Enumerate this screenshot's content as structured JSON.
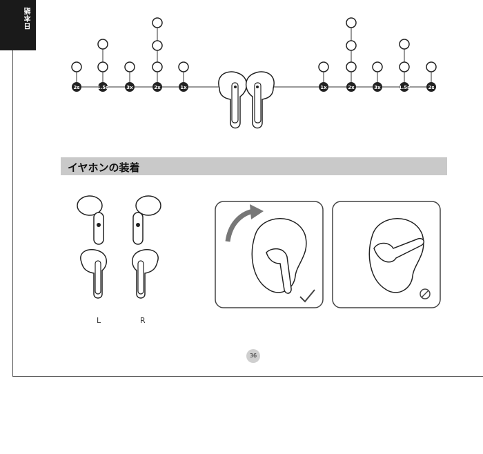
{
  "sidebar": {
    "language_tab": "日本語"
  },
  "controls": {
    "left": [
      "2s",
      "1.5s",
      "3x",
      "2x",
      "1x"
    ],
    "right": [
      "1x",
      "2x",
      "3x",
      "1.5s",
      "2s"
    ]
  },
  "section": {
    "title": "イヤホンの装着"
  },
  "earbuds": {
    "left_label": "L",
    "right_label": "R"
  },
  "page": {
    "number": "36"
  }
}
